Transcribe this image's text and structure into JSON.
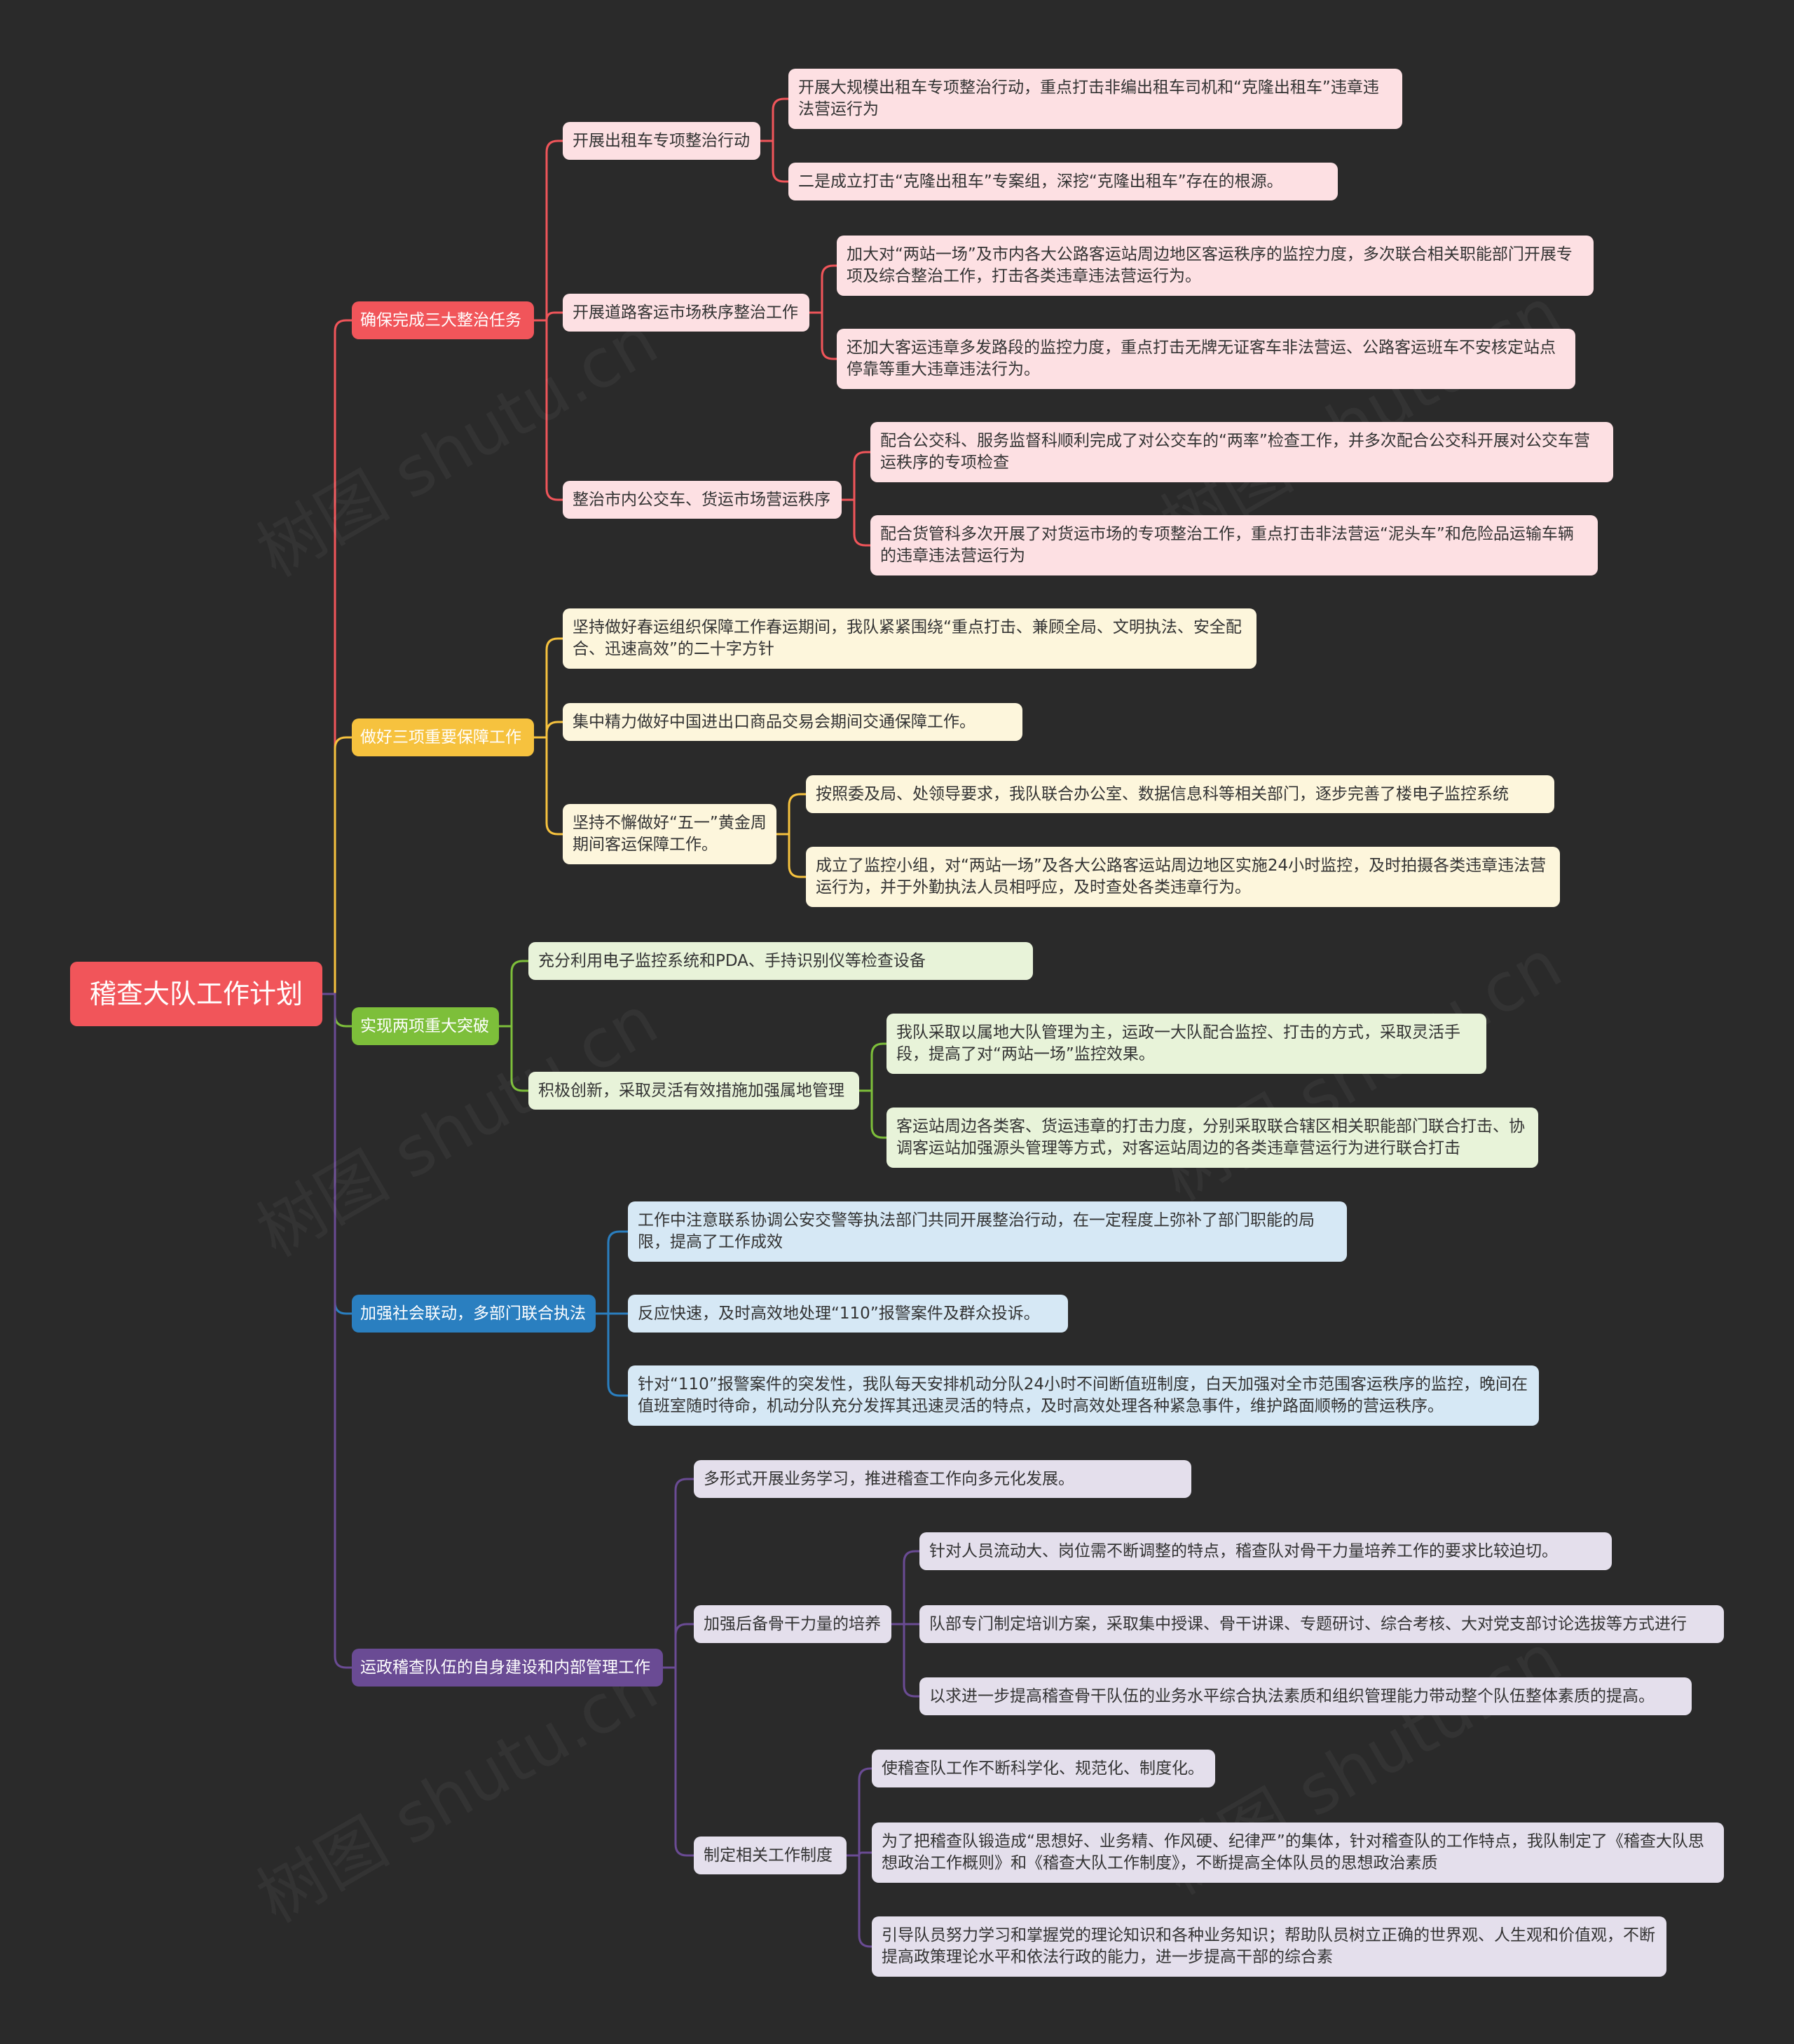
{
  "root": {
    "id": "root",
    "text": "稽查大队工作计划",
    "color": "#f1555a"
  },
  "watermark": "树图 shutu.cn",
  "branches": [
    {
      "id": "b1",
      "text": "确保完成三大整治任务",
      "color": "#f1555a",
      "light": "#fde0e3",
      "children": [
        {
          "id": "b1c1",
          "text": "开展出租车专项整治行动",
          "children": [
            {
              "id": "b1c1a",
              "text": "开展大规模出租车专项整治行动，重点打击非编出租车司机和“克隆出租车”违章违法营运行为"
            },
            {
              "id": "b1c1b",
              "text": "二是成立打击“克隆出租车”专案组，深挖“克隆出租车”存在的根源。"
            }
          ]
        },
        {
          "id": "b1c2",
          "text": "开展道路客运市场秩序整治工作",
          "children": [
            {
              "id": "b1c2a",
              "text": "加大对“两站一场”及市内各大公路客运站周边地区客运秩序的监控力度，多次联合相关职能部门开展专项及综合整治工作，打击各类违章违法营运行为。"
            },
            {
              "id": "b1c2b",
              "text": "还加大客运违章多发路段的监控力度，重点打击无牌无证客车非法营运、公路客运班车不安核定站点停靠等重大违章违法行为。"
            }
          ]
        },
        {
          "id": "b1c3",
          "text": "整治市内公交车、货运市场营运秩序",
          "children": [
            {
              "id": "b1c3a",
              "text": "配合公交科、服务监督科顺利完成了对公交车的“两率”检查工作，并多次配合公交科开展对公交车营运秩序的专项检查"
            },
            {
              "id": "b1c3b",
              "text": "配合货管科多次开展了对货运市场的专项整治工作，重点打击非法营运“泥头车”和危险品运输车辆的违章违法营运行为"
            }
          ]
        }
      ]
    },
    {
      "id": "b2",
      "text": "做好三项重要保障工作",
      "color": "#f6c23e",
      "light": "#fdf6dc",
      "children": [
        {
          "id": "b2c1",
          "text": "坚持做好春运组织保障工作春运期间，我队紧紧围绕“重点打击、兼顾全局、文明执法、安全配合、迅速高效”的二十字方针"
        },
        {
          "id": "b2c2",
          "text": "集中精力做好中国进出口商品交易会期间交通保障工作。"
        },
        {
          "id": "b2c3",
          "text": "坚持不懈做好“五一”黄金周期间客运保障工作。",
          "children": [
            {
              "id": "b2c3a",
              "text": "按照委及局、处领导要求，我队联合办公室、数据信息科等相关部门，逐步完善了楼电子监控系统"
            },
            {
              "id": "b2c3b",
              "text": "成立了监控小组，对“两站一场”及各大公路客运站周边地区实施24小时监控，及时拍摄各类违章违法营运行为，并于外勤执法人员相呼应，及时查处各类违章行为。"
            }
          ]
        }
      ]
    },
    {
      "id": "b3",
      "text": "实现两项重大突破",
      "color": "#7dbf3a",
      "light": "#e8f3d9",
      "children": [
        {
          "id": "b3c1",
          "text": "充分利用电子监控系统和PDA、手持识别仪等检查设备"
        },
        {
          "id": "b3c2",
          "text": "积极创新，采取灵活有效措施加强属地管理",
          "children": [
            {
              "id": "b3c2a",
              "text": "我队采取以属地大队管理为主，运政一大队配合监控、打击的方式，采取灵活手段，提高了对“两站一场”监控效果。"
            },
            {
              "id": "b3c2b",
              "text": "客运站周边各类客、货运违章的打击力度，分别采取联合辖区相关职能部门联合打击、协调客运站加强源头管理等方式，对客运站周边的各类违章营运行为进行联合打击"
            }
          ]
        }
      ]
    },
    {
      "id": "b4",
      "text": "加强社会联动，多部门联合执法",
      "color": "#2a7fc0",
      "light": "#d6e8f5",
      "children": [
        {
          "id": "b4c1",
          "text": "工作中注意联系协调公安交警等执法部门共同开展整治行动，在一定程度上弥补了部门职能的局限，提高了工作成效"
        },
        {
          "id": "b4c2",
          "text": "反应快速，及时高效地处理“110”报警案件及群众投诉。"
        },
        {
          "id": "b4c3",
          "text": "针对“110”报警案件的突发性，我队每天安排机动分队24小时不间断值班制度，白天加强对全市范围客运秩序的监控，晚间在值班室随时待命，机动分队充分发挥其迅速灵活的特点，及时高效处理各种紧急事件，维护路面顺畅的营运秩序。"
        }
      ]
    },
    {
      "id": "b5",
      "text": "运政稽查队伍的自身建设和内部管理工作",
      "color": "#6a4b94",
      "light": "#e4dfec",
      "children": [
        {
          "id": "b5c1",
          "text": "多形式开展业务学习，推进稽查工作向多元化发展。"
        },
        {
          "id": "b5c2",
          "text": "加强后备骨干力量的培养",
          "children": [
            {
              "id": "b5c2a",
              "text": "针对人员流动大、岗位需不断调整的特点，稽查队对骨干力量培养工作的要求比较迫切。"
            },
            {
              "id": "b5c2b",
              "text": "队部专门制定培训方案，采取集中授课、骨干讲课、专题研讨、综合考核、大对党支部讨论选拔等方式进行"
            },
            {
              "id": "b5c2c",
              "text": "以求进一步提高稽查骨干队伍的业务水平综合执法素质和组织管理能力带动整个队伍整体素质的提高。"
            }
          ]
        },
        {
          "id": "b5c3",
          "text": "制定相关工作制度",
          "children": [
            {
              "id": "b5c3a",
              "text": "使稽查队工作不断科学化、规范化、制度化。"
            },
            {
              "id": "b5c3b",
              "text": "为了把稽查队锻造成“思想好、业务精、作风硬、纪律严”的集体，针对稽查队的工作特点，我队制定了《稽查大队思想政治工作概则》和《稽查大队工作制度》，不断提高全体队员的思想政治素质"
            },
            {
              "id": "b5c3c",
              "text": "引导队员努力学习和掌握党的理论知识和各种业务知识；帮助队员树立正确的世界观、人生观和价值观，不断提高政策理论水平和依法行政的能力，进一步提高干部的综合素"
            }
          ]
        }
      ]
    }
  ]
}
